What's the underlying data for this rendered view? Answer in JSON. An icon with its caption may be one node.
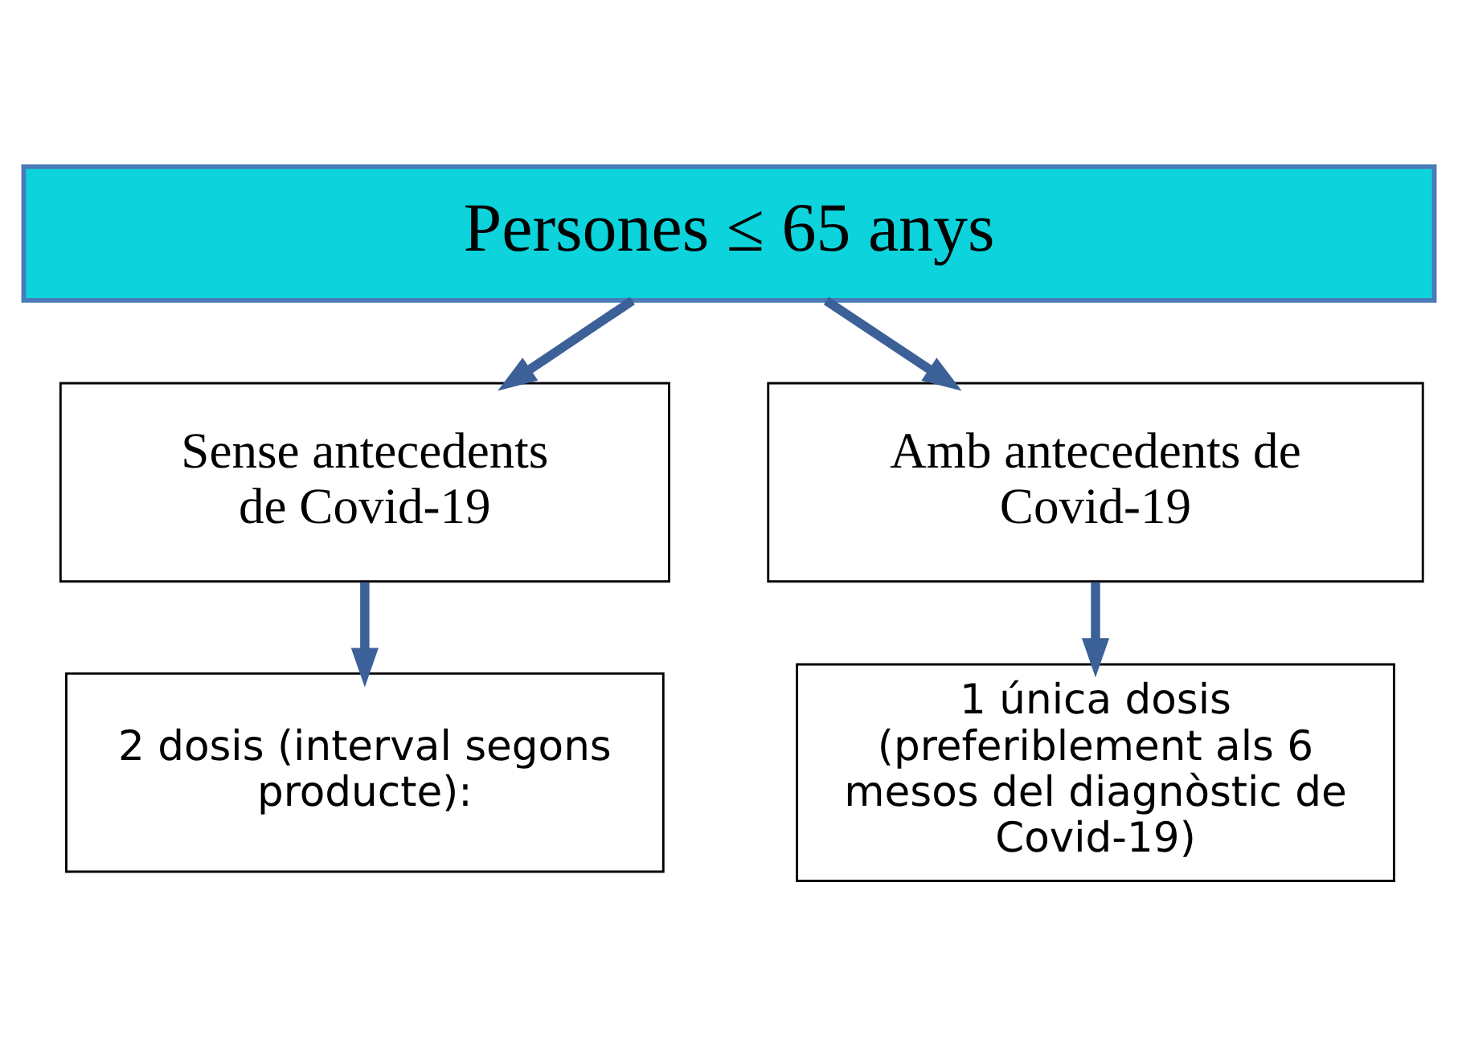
{
  "diagram": {
    "nodes": [
      {
        "text": [
          "Persones ≤ 65 anys"
        ]
      },
      {
        "text": [
          "Sense antecedents de Covid-19"
        ]
      },
      {
        "text": [
          "Amb antecedents de Covid-19"
        ]
      },
      {
        "text": [
          "2 dosis (interval segons producte):"
        ]
      },
      {
        "text": [
          "1 única dosis (preferiblement als 6 mesos del diagnòstic de Covid-19)"
        ]
      }
    ],
    "edges": [
      {
        "from": 0,
        "to": 1,
        "arrow": "to"
      },
      {
        "from": 0,
        "to": 2,
        "arrow": "to"
      },
      {
        "from": 1,
        "to": 3,
        "arrow": "to"
      },
      {
        "from": 2,
        "to": 4,
        "arrow": "to"
      }
    ]
  }
}
